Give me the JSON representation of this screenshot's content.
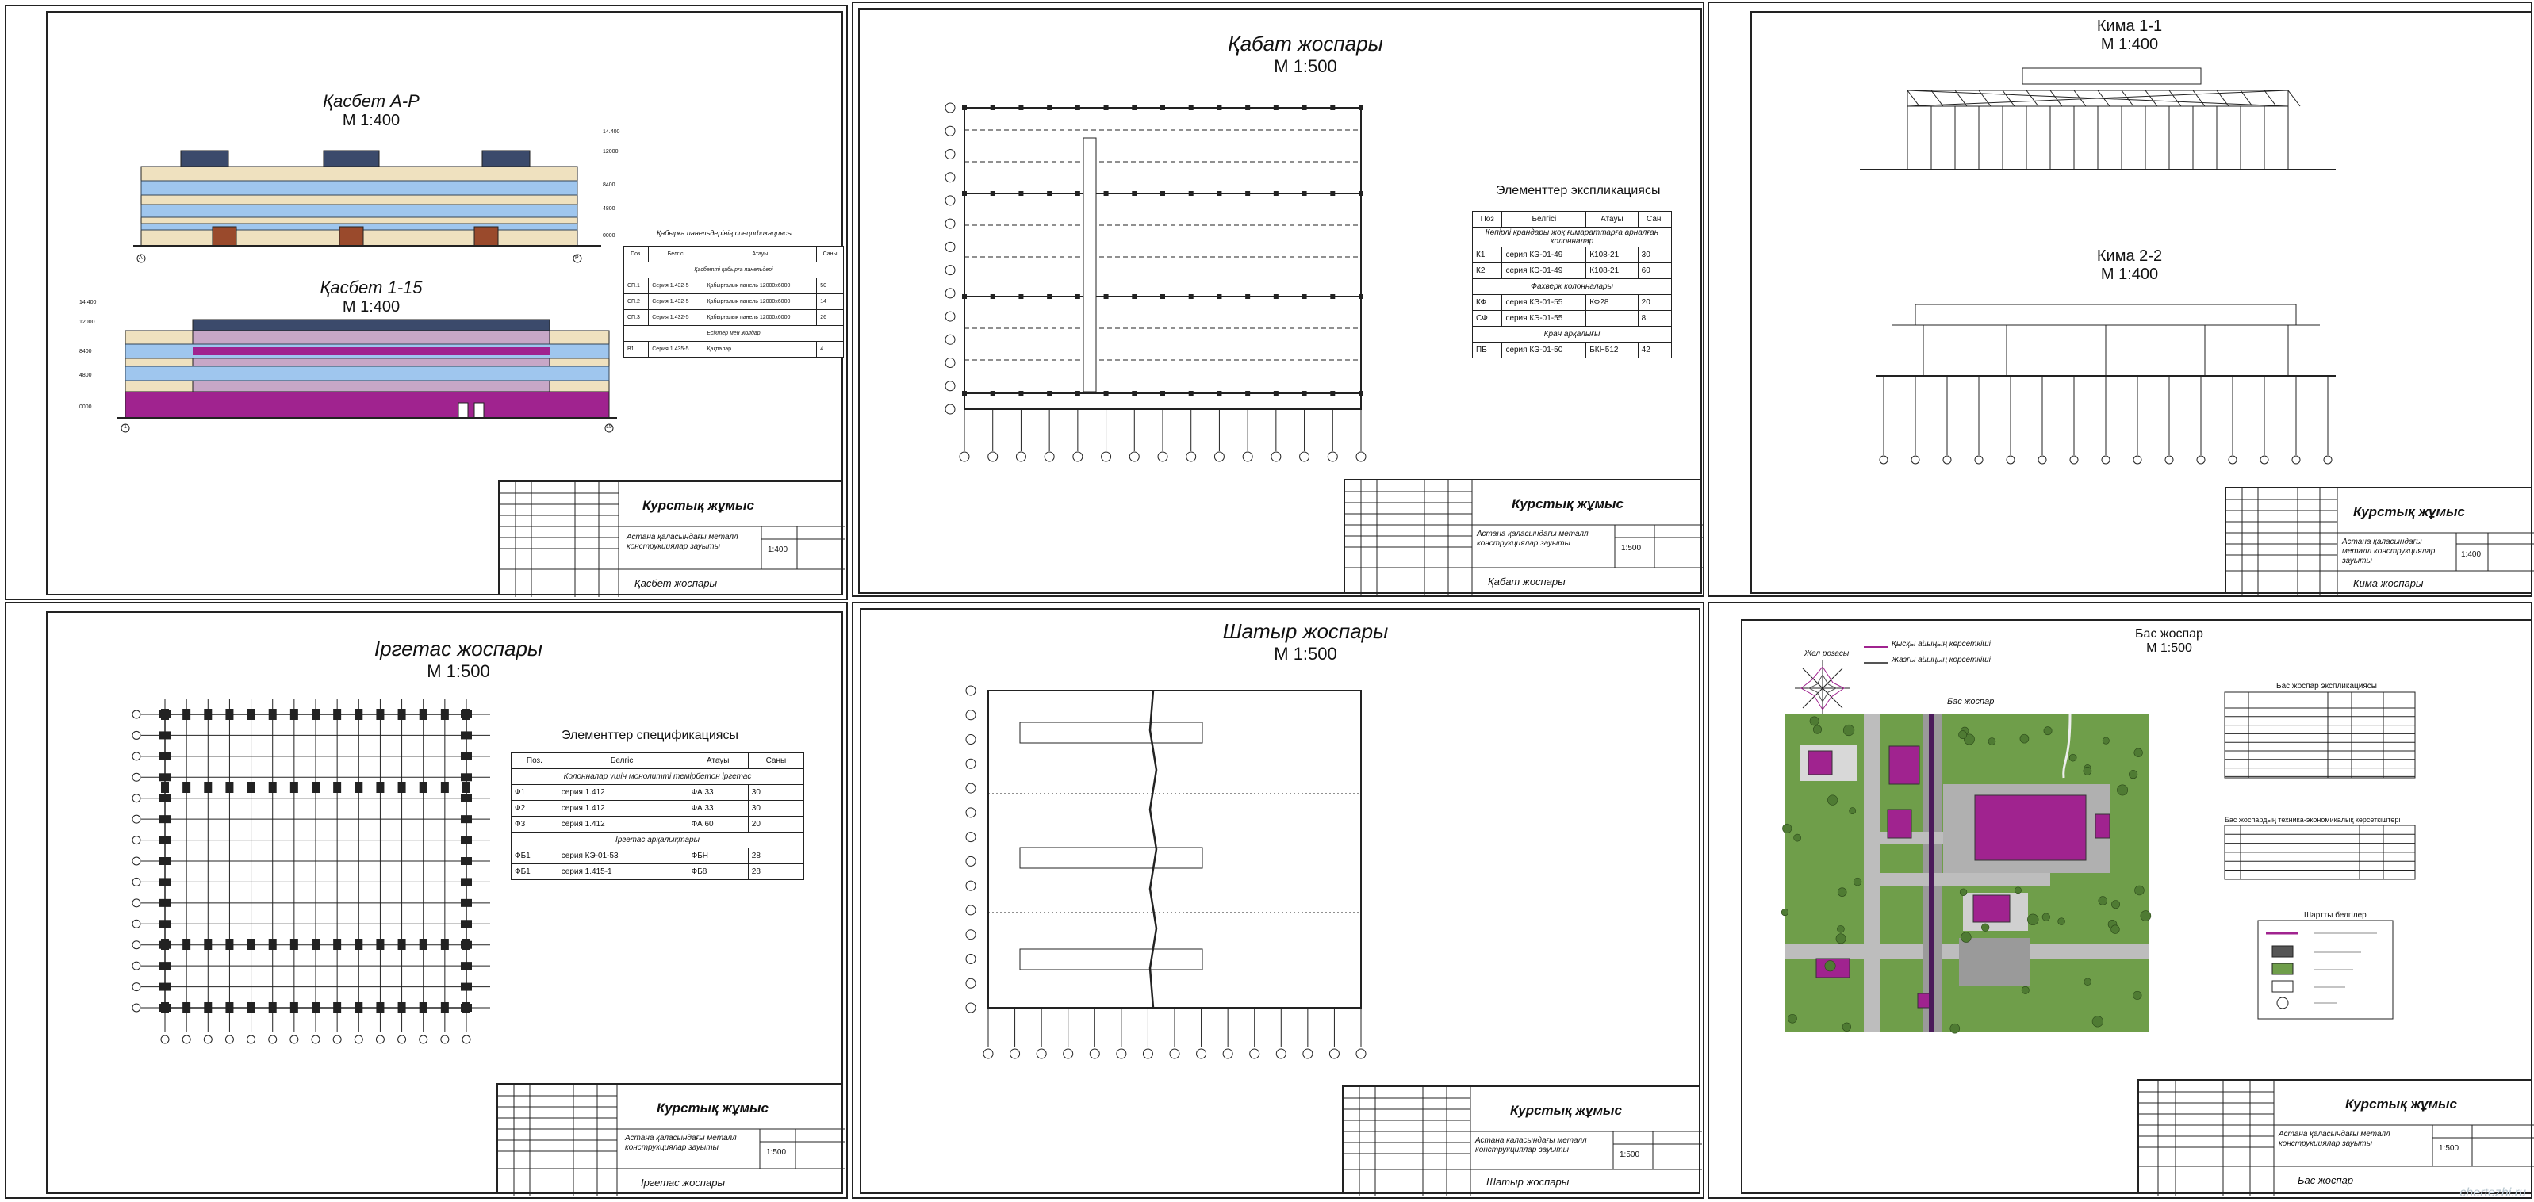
{
  "sheets": {
    "s1": {
      "view1_title": "Қасбет А-Р",
      "view1_scale": "М 1:400",
      "view2_title": "Қасбет 1-15",
      "view2_scale": "М 1:400",
      "elev_marks_1": [
        "14.400",
        "12000",
        "8400",
        "4800",
        "0000"
      ],
      "elev_marks_2": [
        "14.400",
        "12000",
        "8400",
        "4800",
        "0000"
      ],
      "axis_a": "А",
      "axis_r": "Р",
      "axis_1": "1",
      "axis_15": "15",
      "spec_title": "Қабырға панельдерінің спецификациясы",
      "spec_headers": [
        "Поз.",
        "Белгісі",
        "Атауы",
        "Саны"
      ],
      "spec_section1": "Қасбетті қабырға панельдері",
      "spec_rows1": [
        [
          "СП.1",
          "Серия 1.432-5",
          "Қабырғалық панель 12000х6000",
          "50"
        ],
        [
          "СП.2",
          "Серия 1.432-5",
          "Қабырғалық панель 12000х6000",
          "14"
        ],
        [
          "СП.3",
          "Серия 1.432-5",
          "Қабырғалық панель 12000х6000",
          "26"
        ]
      ],
      "spec_section2": "Есіктер мен жолдар",
      "spec_rows2": [
        [
          "В1",
          "Серия 1.435-5",
          "Қақпалар",
          "4"
        ]
      ],
      "course": "Курстық жұмыс",
      "project": "Астана қаласындағы металл конструкциялар зауыты",
      "scale": "1:400",
      "sheet_name": "Қасбет жоспары"
    },
    "s2": {
      "title": "Қабат жоспары",
      "scale_label": "М 1:500",
      "spec_title": "Элементтер экспликациясы",
      "headers": [
        "Поз",
        "Белгісі",
        "Атауы",
        "Сані"
      ],
      "section1": "Көпірлі крандары жоқ ғимараттарға арналған колонналар",
      "rows1": [
        [
          "К1",
          "серия КЭ-01-49",
          "К108-21",
          "30"
        ],
        [
          "К2",
          "серия КЭ-01-49",
          "К108-21",
          "60"
        ]
      ],
      "section2": "Фахверк колонналары",
      "rows2": [
        [
          "КФ",
          "серия КЭ-01-55",
          "КФ28",
          "20"
        ],
        [
          "СФ",
          "серия КЭ-01-55",
          "",
          "8"
        ]
      ],
      "section3": "Кран арқалығы",
      "rows3": [
        [
          "ПБ",
          "серия КЭ-01-50",
          "БКН512",
          "42"
        ]
      ],
      "course": "Курстық жұмыс",
      "project": "Астана қаласындағы металл конструкциялар зауыты",
      "scale": "1:500",
      "sheet_name": "Қабат жоспары"
    },
    "s3": {
      "sec1_title": "Кима 1-1",
      "sec1_scale": "М 1:400",
      "sec2_title": "Кима 2-2",
      "sec2_scale": "М 1:400",
      "course": "Курстық жұмыс",
      "project": "Астана қаласындағы металл конструкциялар зауыты",
      "scale": "1:400",
      "sheet_name": "Кима жоспары"
    },
    "s4": {
      "title": "Іргетас жоспары",
      "scale_label": "М 1:500",
      "spec_title": "Элементтер спецификациясы",
      "headers": [
        "Поз.",
        "Белгісі",
        "Атауы",
        "Саны"
      ],
      "section1": "Колонналар үшін монолитті темірбетон іргетас",
      "rows1": [
        [
          "Ф1",
          "серия 1.412",
          "ФА 33",
          "30"
        ],
        [
          "Ф2",
          "серия 1.412",
          "ФА 33",
          "30"
        ],
        [
          "Ф3",
          "серия 1.412",
          "ФА 60",
          "20"
        ]
      ],
      "section2": "Іргетас арқалықтары",
      "rows2": [
        [
          "ФБ1",
          "серия КЭ-01-53",
          "ФБН",
          "28"
        ],
        [
          "ФБ1",
          "серия 1.415-1",
          "ФБ8",
          "28"
        ]
      ],
      "course": "Курстық жұмыс",
      "project": "Астана қаласындағы металл конструкциялар зауыты",
      "scale": "1:500",
      "sheet_name": "Іргетас жоспары"
    },
    "s5": {
      "title": "Шатыр жоспары",
      "scale_label": "М 1:500",
      "course": "Курстық жұмыс",
      "project": "Астана қаласындағы металл конструкциялар зауыты",
      "scale": "1:500",
      "sheet_name": "Шатыр жоспары"
    },
    "s6": {
      "title": "Бас жоспар",
      "scale_label": "М 1:500",
      "rose_label": "Жел розасы",
      "legend_winter": "Қысқы айыңың көрсеткіші",
      "legend_summer": "Жазғы айыңың көрсеткіші",
      "site_label": "Бас жоспар",
      "expl_title": "Бас жоспар экспликациясы",
      "tep_title": "Бас жоспардың техника-экономикалық көрсеткіштері",
      "legend_title": "Шартты белгілер",
      "course": "Курстық жұмыс",
      "project": "Астана қаласындағы металл конструкциялар зауыты",
      "scale": "1:500",
      "sheet_name": "Бас жоспар"
    }
  },
  "watermark": "chertezhi.ru",
  "colors": {
    "magenta": "#a0238f",
    "glass": "#9fc6ee",
    "wall": "#efe1bf",
    "grass": "#6f9e4a",
    "road": "#bdbdbd"
  }
}
